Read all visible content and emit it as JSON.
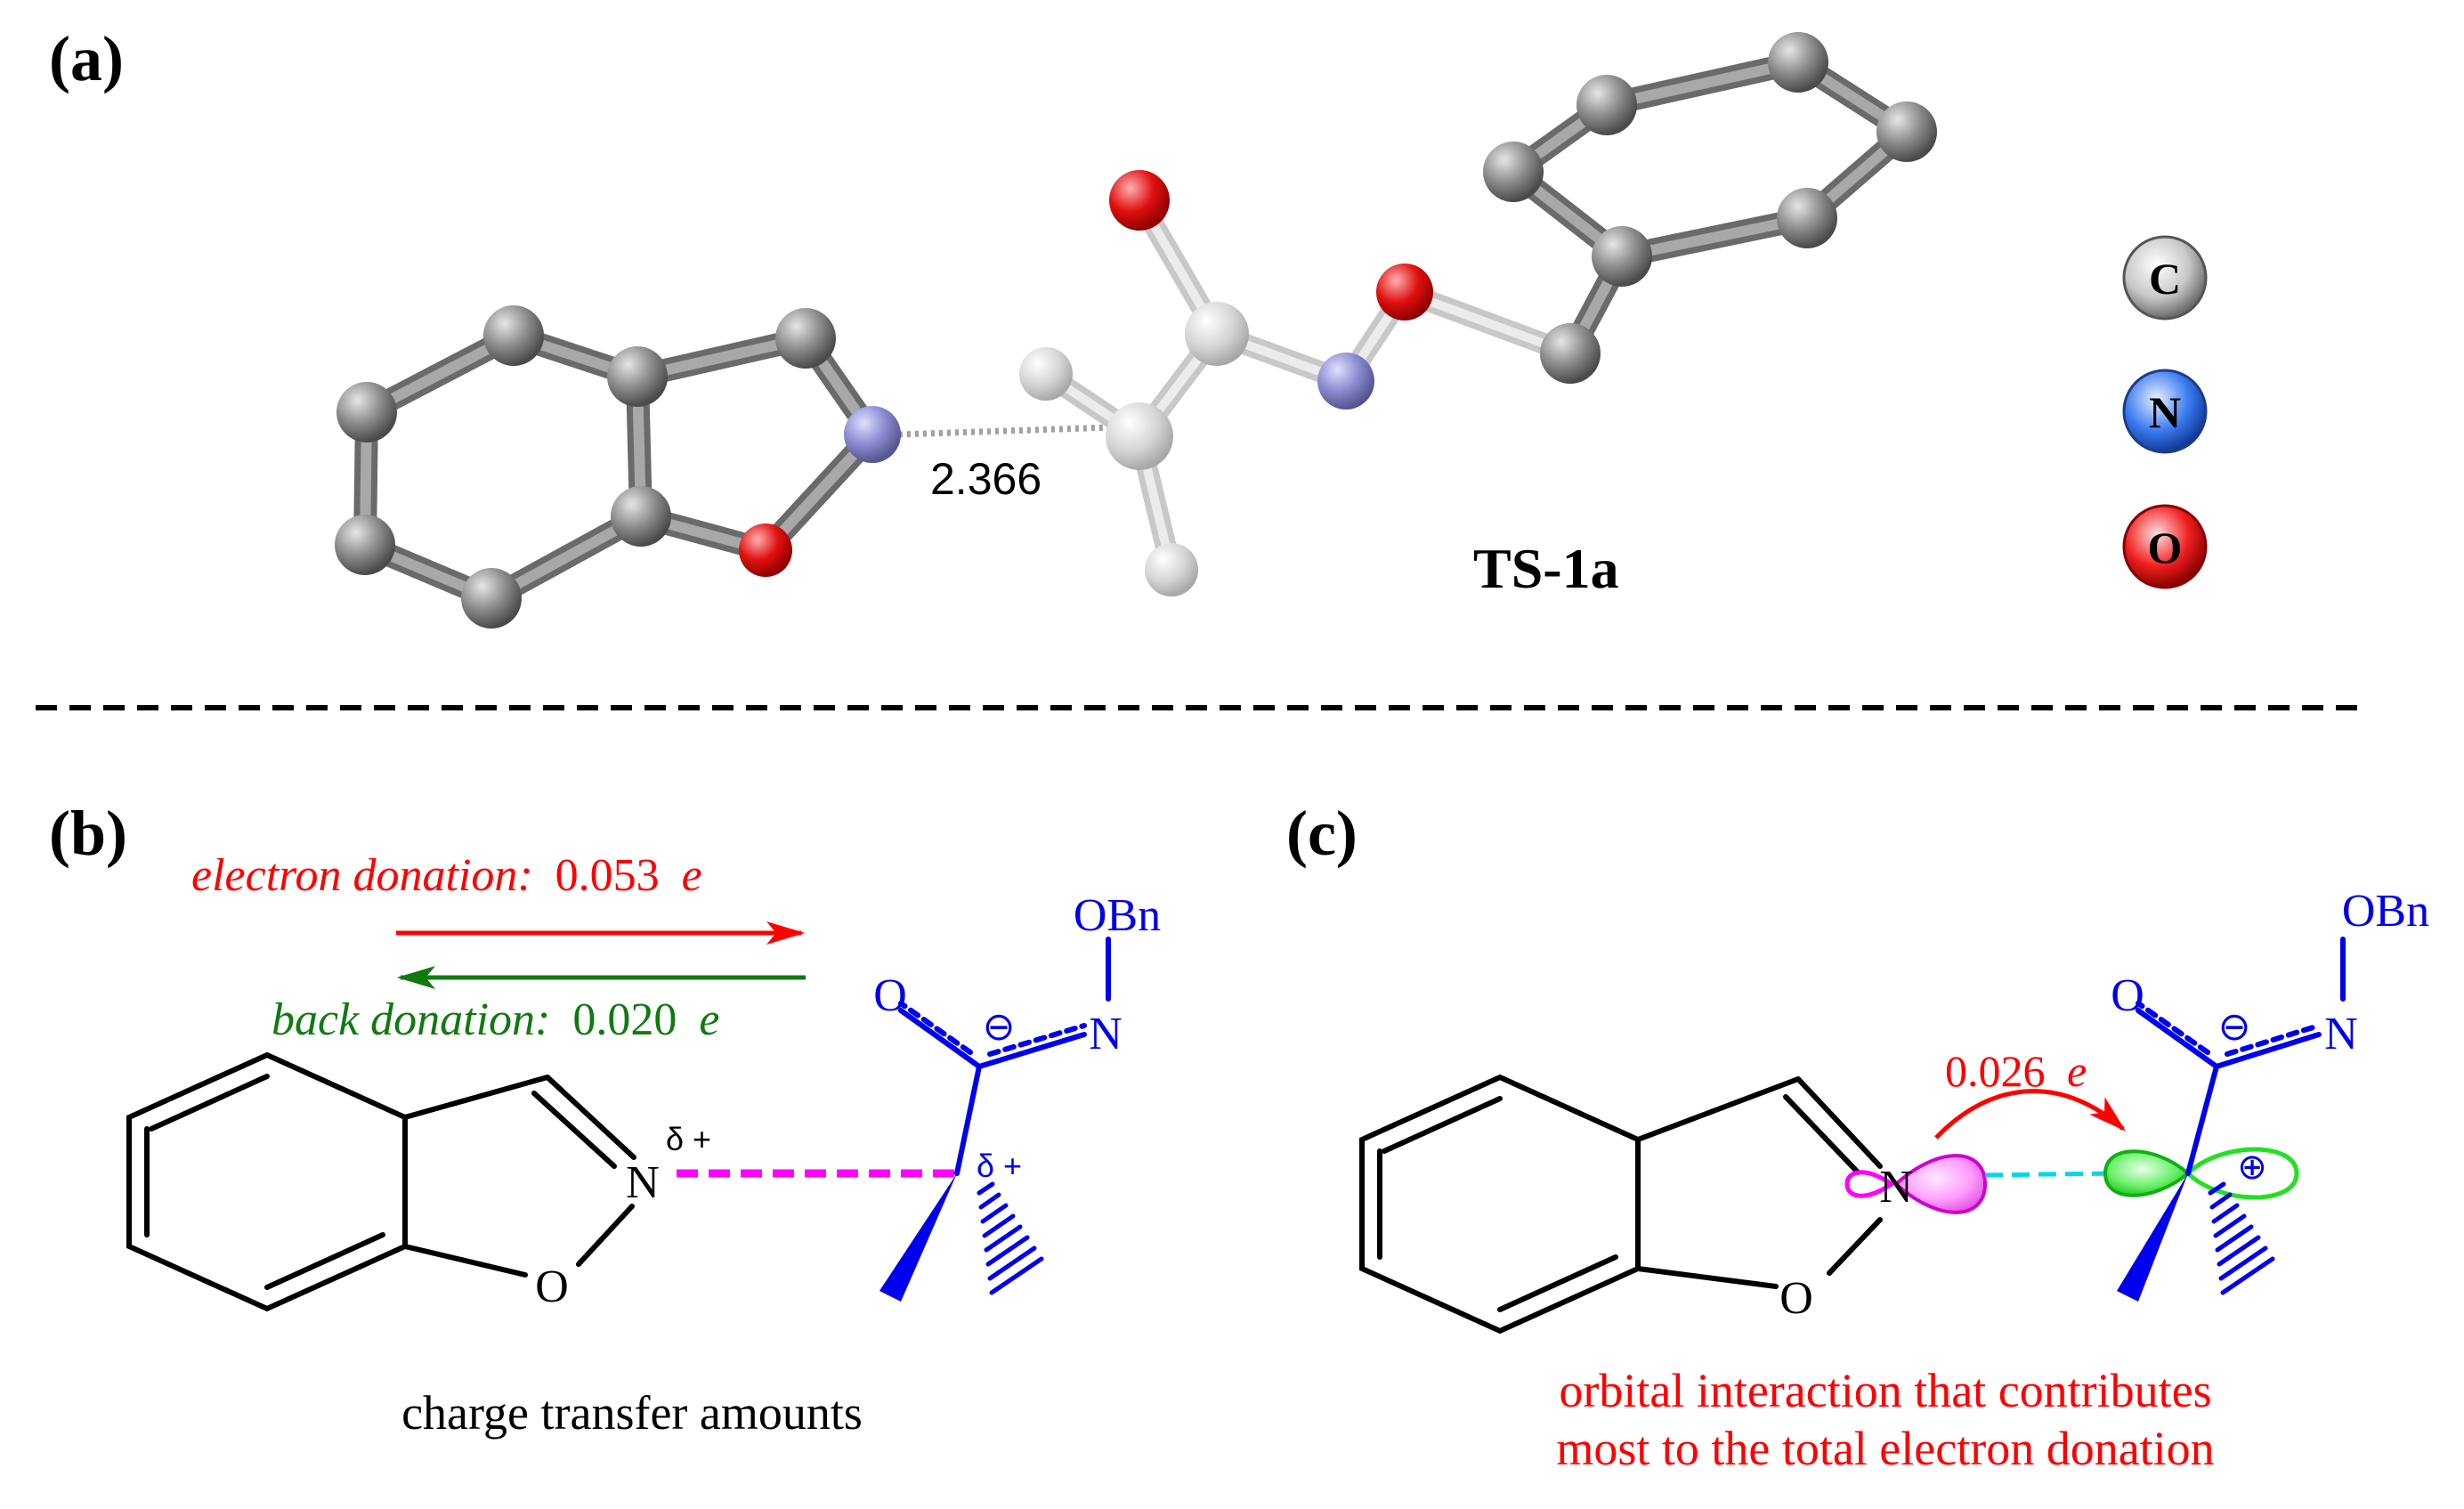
{
  "panels": {
    "a": {
      "label": "(a)",
      "distance": "2.366",
      "ts_label": "TS-1a",
      "legend": [
        {
          "symbol": "C",
          "color": "#b8b8b8"
        },
        {
          "symbol": "N",
          "color": "#3b6fe0"
        },
        {
          "symbol": "O",
          "color": "#e02020"
        }
      ]
    },
    "b": {
      "label": "(b)",
      "electron_donation_text": "electron donation:",
      "electron_donation_value": "0.053",
      "back_donation_text": "back donation:",
      "back_donation_value": "0.020",
      "unit": "e",
      "delta_n": "δ +",
      "delta_c": "δ +",
      "atom_o_ring": "O",
      "atom_n_ring": "N",
      "atom_o_carbonyl": "O",
      "atom_n_amide": "N",
      "group_obn": "OBn",
      "charge": "⊖",
      "caption": "charge transfer amounts"
    },
    "c": {
      "label": "(c)",
      "orbital_value": "0.026",
      "unit": "e",
      "atom_o_ring": "O",
      "atom_n_ring": "N",
      "atom_o_carbonyl": "O",
      "atom_n_amide": "N",
      "group_obn": "OBn",
      "charge": "⊖",
      "charge_plus": "⊕",
      "caption_line1": "orbital interaction that contributes",
      "caption_line2": "most to the total electron donation"
    }
  },
  "colors": {
    "red": "#ff0000",
    "green": "#107a10",
    "blue": "#0000ee",
    "magenta": "#ff00ff",
    "cyan": "#00d8e8",
    "black": "#000000"
  }
}
